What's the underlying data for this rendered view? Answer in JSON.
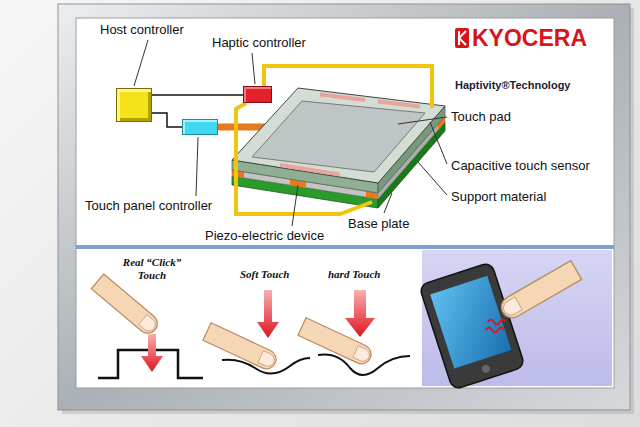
{
  "diagram": {
    "nodes": [
      {
        "text": [
          "Host controller"
        ]
      },
      {
        "text": [
          "Haptic controller"
        ]
      },
      {
        "text": [
          "Touch panel controller"
        ]
      }
    ],
    "edges": [
      {
        "from": 0,
        "to": 1,
        "arrow": "none"
      },
      {
        "from": 0,
        "to": 2,
        "arrow": "none"
      }
    ],
    "labels": [
      "KYOCERA",
      "Haptivity®Technology",
      "Touch pad",
      "Capacitive touch sensor",
      "Support material",
      "Base plate",
      "Piezo-electric device",
      "Real “Click” Touch",
      "Soft Touch",
      "hard Touch"
    ]
  }
}
